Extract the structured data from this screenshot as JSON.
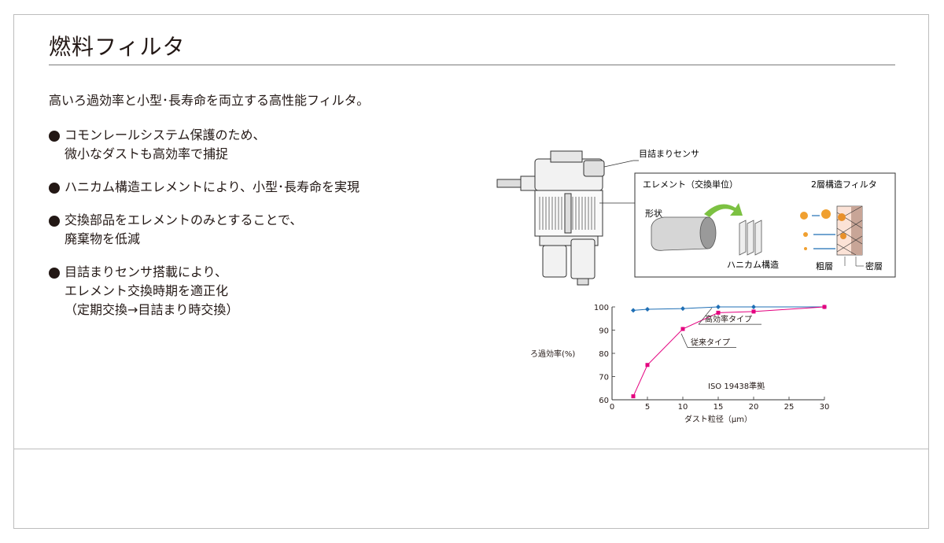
{
  "title": "燃料フィルタ",
  "lead": "高いろ過効率と小型･長寿命を両立する高性能フィルタ。",
  "bullets": [
    {
      "lines": [
        "コモンレールシステム保護のため、",
        "微小なダストも高効率で捕捉"
      ]
    },
    {
      "lines": [
        "ハニカム構造エレメントにより、小型･長寿命を実現"
      ]
    },
    {
      "lines": [
        "交換部品をエレメントのみとすることで、",
        "廃棄物を低減"
      ]
    },
    {
      "lines": [
        "目詰まりセンサ搭載により、",
        "エレメント交換時期を適正化",
        "（定期交換→目詰まり時交換）"
      ]
    }
  ],
  "diagram": {
    "sensor_label": "目詰まりセンサ",
    "element_label": "エレメント（交換単位）",
    "two_layer_label": "2層構造フィルタ",
    "shape_label": "形状",
    "honeycomb_label": "ハニカム構造",
    "coarse_label": "粗層",
    "dense_label": "密層"
  },
  "chart_data": {
    "type": "line",
    "xlabel": "ダスト粒径（μm）",
    "ylabel": "ろ過効率(%)",
    "annotation": "ISO 19438準拠",
    "xlim": [
      0,
      30
    ],
    "ylim": [
      60,
      100
    ],
    "xticks": [
      0,
      5,
      10,
      15,
      20,
      25,
      30
    ],
    "yticks": [
      60,
      70,
      80,
      90,
      100
    ],
    "series": [
      {
        "name": "高効率タイプ",
        "color": "#1f6fb5",
        "marker": "diamond",
        "x": [
          3,
          5,
          10,
          15,
          20,
          30
        ],
        "y": [
          98.5,
          99,
          99.3,
          100,
          100,
          100
        ]
      },
      {
        "name": "従来タイプ",
        "color": "#e4007f",
        "marker": "square",
        "x": [
          3,
          5,
          10,
          15,
          20,
          30
        ],
        "y": [
          61.5,
          75,
          90.5,
          97.5,
          98,
          100
        ]
      }
    ]
  }
}
